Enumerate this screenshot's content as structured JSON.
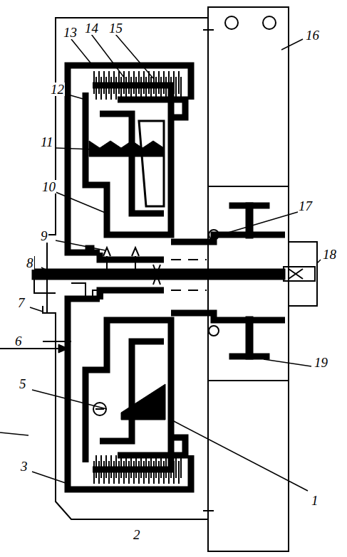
{
  "diagram": {
    "labels": [
      "13",
      "14",
      "15",
      "12",
      "11",
      "10",
      "9",
      "8",
      "7",
      "6",
      "5",
      "3",
      "2",
      "1",
      "16",
      "17",
      "18",
      "19"
    ]
  }
}
